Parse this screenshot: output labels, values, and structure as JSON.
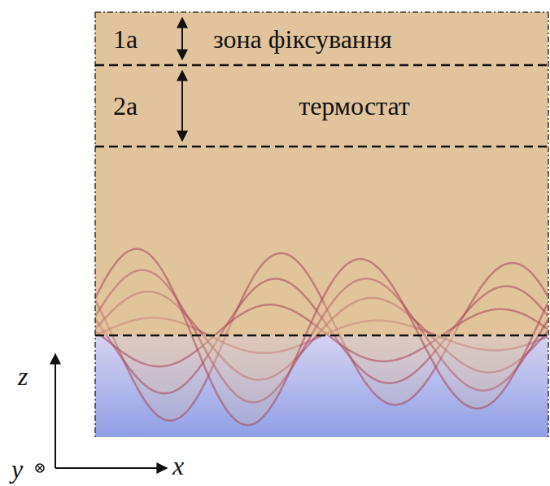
{
  "diagram": {
    "nodes": [
      {
        "text": [
          "1a",
          "зона фіксування"
        ]
      },
      {
        "text": [
          "2a",
          "термостат"
        ]
      }
    ],
    "labels": [
      "z",
      "y",
      "x"
    ]
  }
}
